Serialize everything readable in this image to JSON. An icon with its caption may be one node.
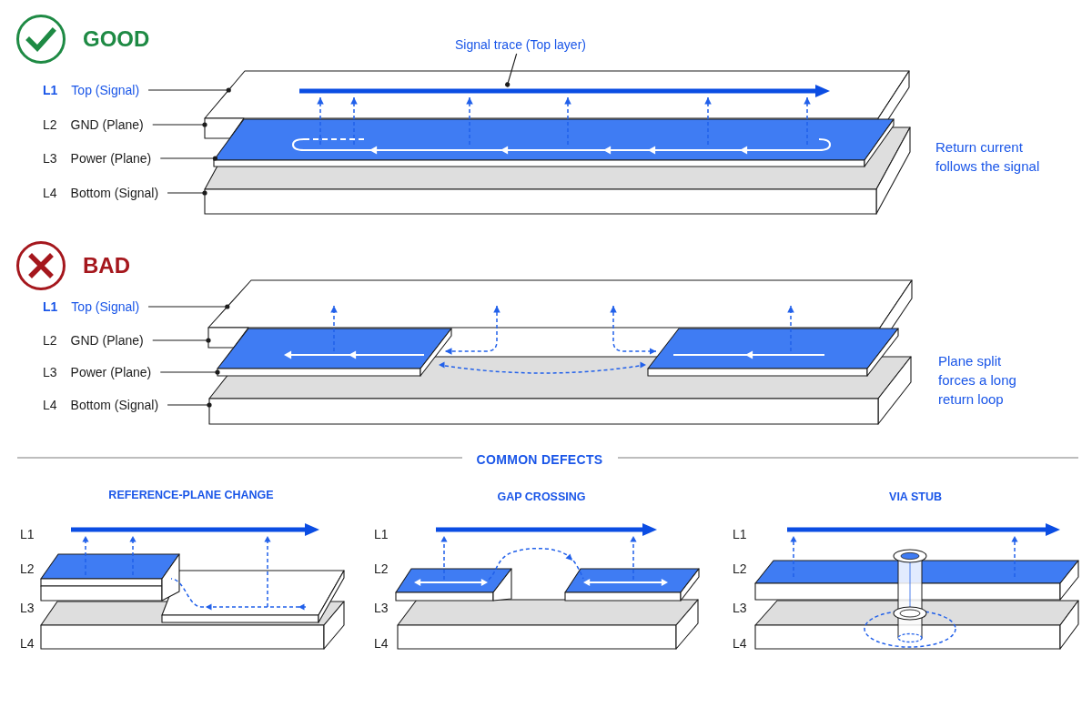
{
  "diagram": {
    "nodes": [
      {
        "text": [
          "Signal trace (Top layer)"
        ]
      },
      {
        "text": [
          "L1",
          "Top (Signal)"
        ]
      },
      {
        "text": [
          "L2",
          "GND (Plane)"
        ]
      },
      {
        "text": [
          "L3",
          "Power (Plane)"
        ]
      },
      {
        "text": [
          "L4",
          "Bottom (Signal)"
        ]
      },
      {
        "text": [],
        "shape": "box"
      },
      {
        "text": [],
        "shape": "bar",
        "in": 5
      },
      {
        "text": [],
        "shape": "box"
      },
      {
        "text": [],
        "shape": "box"
      },
      {
        "text": [],
        "shape": "box"
      },
      {
        "text": [
          "L1",
          "Top (Signal)"
        ]
      },
      {
        "text": [
          "L2",
          "GND (Plane)"
        ]
      },
      {
        "text": [
          "L3",
          "Power (Plane)"
        ]
      },
      {
        "text": [
          "L4",
          "Bottom (Signal)"
        ]
      },
      {
        "text": [],
        "shape": "box"
      },
      {
        "text": [],
        "shape": "box"
      },
      {
        "text": [],
        "shape": "box"
      },
      {
        "text": [],
        "shape": "box"
      }
    ],
    "edges": [
      {
        "from": 0,
        "to": 6,
        "arrow": "other",
        "color": "#1c1c1c"
      },
      {
        "from": 1,
        "to": 5,
        "arrow": "other",
        "color": "#1c1c1c"
      },
      {
        "from": 2,
        "to": 7,
        "arrow": "other",
        "color": "#1c1c1c"
      },
      {
        "from": 3,
        "to": 8,
        "arrow": "other",
        "color": "#1c1c1c"
      },
      {
        "from": 4,
        "to": 9,
        "arrow": "other",
        "color": "#1c1c1c"
      },
      {
        "from": 10,
        "to": 14,
        "arrow": "other",
        "color": "#1c1c1c"
      },
      {
        "from": 11,
        "to": 15,
        "arrow": "other",
        "color": "#1c1c1c"
      },
      {
        "from": 12,
        "to": 16,
        "arrow": "other",
        "color": "#1c1c1c"
      },
      {
        "from": 13,
        "to": 17,
        "arrow": "other",
        "color": "#1c1c1c"
      },
      {
        "from": 8,
        "to": 6,
        "arrow": "to",
        "style": "dashed"
      },
      {
        "from": 8,
        "to": 6,
        "arrow": "to",
        "style": "dashed"
      },
      {
        "from": 8,
        "to": 6,
        "arrow": "to",
        "style": "dashed"
      },
      {
        "from": 8,
        "to": 6,
        "arrow": "to",
        "style": "dashed"
      },
      {
        "from": 8,
        "to": 6,
        "arrow": "to",
        "style": "dashed"
      },
      {
        "from": 8,
        "to": 6,
        "arrow": "to",
        "style": "dashed"
      },
      {
        "from": 16,
        "to": 14,
        "arrow": "to",
        "style": "dashed"
      },
      {
        "from": 16,
        "to": 14,
        "arrow": "to",
        "style": "dashed"
      },
      {
        "from": 14,
        "to": 16,
        "arrow": "both",
        "style": "dashed"
      },
      {
        "from": 14,
        "to": 16,
        "arrow": "both",
        "style": "dashed"
      }
    ],
    "labels": [
      "GOOD",
      "Return current follows the signal",
      "BAD",
      "Plane split forces a long return loop",
      "COMMON DEFECTS",
      "REFERENCE-PLANE CHANGE",
      "GAP CROSSING",
      "VIA STUB",
      "L1",
      "L2",
      "L3",
      "L4",
      "L1",
      "L2",
      "L3",
      "L4",
      "L1",
      "L2",
      "L3",
      "L4"
    ]
  }
}
